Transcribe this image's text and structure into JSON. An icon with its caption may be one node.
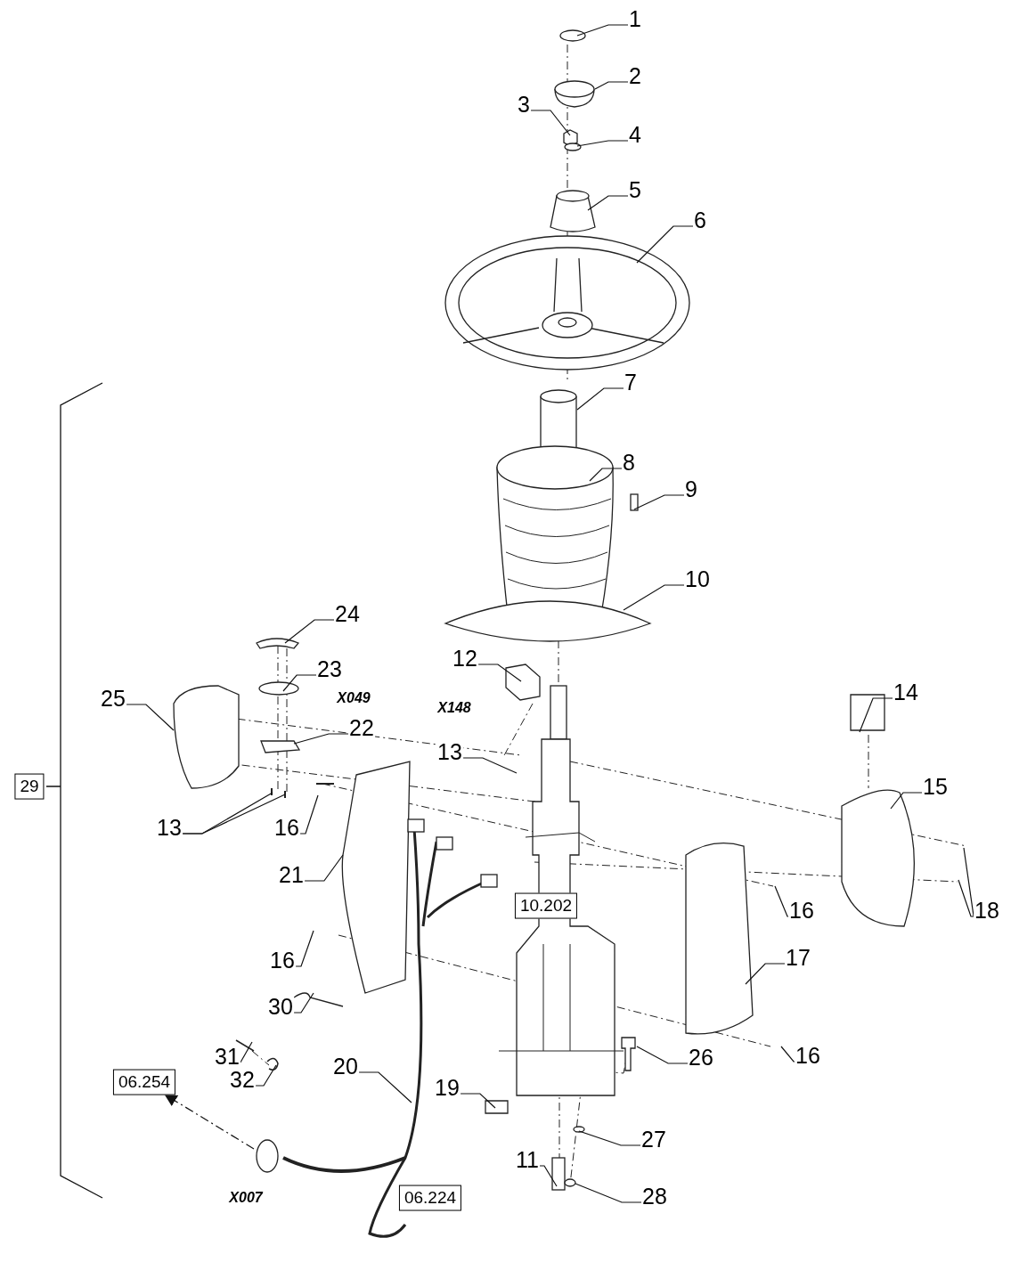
{
  "diagram": {
    "nodes": [
      {
        "text": [
          "1"
        ]
      },
      {
        "text": [
          "2"
        ]
      },
      {
        "text": [
          "3"
        ]
      },
      {
        "text": [
          "4"
        ]
      },
      {
        "text": [
          "5"
        ]
      },
      {
        "text": [
          "6"
        ]
      },
      {
        "text": [
          "7"
        ]
      },
      {
        "text": [
          "8"
        ]
      },
      {
        "text": [
          "9"
        ]
      },
      {
        "text": [
          "10"
        ]
      },
      {
        "text": [
          "12"
        ]
      },
      {
        "text": [
          "13"
        ]
      },
      {
        "text": [
          "14"
        ]
      },
      {
        "text": [
          "15"
        ]
      },
      {
        "text": [
          "25"
        ]
      },
      {
        "text": [
          "24"
        ]
      },
      {
        "text": [
          "23"
        ]
      },
      {
        "text": [
          "22"
        ]
      },
      {
        "text": [
          "13"
        ]
      },
      {
        "text": [
          "16"
        ]
      },
      {
        "text": [
          "21"
        ]
      },
      {
        "text": [
          "16"
        ]
      },
      {
        "text": [
          "18"
        ]
      },
      {
        "text": [
          "16"
        ]
      },
      {
        "text": [
          "17"
        ]
      },
      {
        "text": [
          "30"
        ]
      },
      {
        "text": [
          "26"
        ]
      },
      {
        "text": [
          "16"
        ]
      },
      {
        "text": [
          "31"
        ]
      },
      {
        "text": [
          "32"
        ]
      },
      {
        "text": [
          "20"
        ]
      },
      {
        "text": [
          "19"
        ]
      },
      {
        "text": [
          "11"
        ]
      },
      {
        "text": [
          "27"
        ]
      },
      {
        "text": [
          "28"
        ]
      },
      {
        "text": [
          "29"
        ]
      },
      {
        "text": [
          "10.202"
        ]
      },
      {
        "text": [
          "06.254"
        ]
      },
      {
        "text": [
          "06.224"
        ]
      }
    ],
    "edges": [
      {
        "from": 0,
        "to": null,
        "arrow": "none"
      },
      {
        "from": 1,
        "to": null,
        "arrow": "none"
      },
      {
        "from": 2,
        "to": null,
        "arrow": "none"
      },
      {
        "from": 3,
        "to": null,
        "arrow": "none"
      },
      {
        "from": 4,
        "to": null,
        "arrow": "none"
      },
      {
        "from": 5,
        "to": null,
        "arrow": "none"
      },
      {
        "from": 6,
        "to": null,
        "arrow": "none"
      },
      {
        "from": 7,
        "to": null,
        "arrow": "none"
      },
      {
        "from": 8,
        "to": null,
        "arrow": "none"
      },
      {
        "from": 9,
        "to": null,
        "arrow": "none"
      },
      {
        "from": 10,
        "to": null,
        "arrow": "none"
      },
      {
        "from": 11,
        "to": null,
        "arrow": "none"
      },
      {
        "from": 12,
        "to": null,
        "arrow": "none"
      },
      {
        "from": 13,
        "to": null,
        "arrow": "none"
      },
      {
        "from": 14,
        "to": null,
        "arrow": "none"
      },
      {
        "from": 15,
        "to": null,
        "arrow": "none"
      },
      {
        "from": 16,
        "to": null,
        "arrow": "none"
      },
      {
        "from": 17,
        "to": null,
        "arrow": "none"
      },
      {
        "from": 18,
        "to": null,
        "arrow": "none"
      },
      {
        "from": 18,
        "to": null,
        "arrow": "none"
      },
      {
        "from": 19,
        "to": null,
        "arrow": "none"
      },
      {
        "from": 20,
        "to": null,
        "arrow": "none"
      },
      {
        "from": 21,
        "to": null,
        "arrow": "none"
      },
      {
        "from": 22,
        "to": null,
        "arrow": "none"
      },
      {
        "from": 22,
        "to": null,
        "arrow": "none"
      },
      {
        "from": 23,
        "to": null,
        "arrow": "none"
      },
      {
        "from": 24,
        "to": null,
        "arrow": "none"
      },
      {
        "from": 25,
        "to": null,
        "arrow": "none"
      },
      {
        "from": 26,
        "to": null,
        "arrow": "none"
      },
      {
        "from": 27,
        "to": null,
        "arrow": "none"
      },
      {
        "from": 28,
        "to": null,
        "arrow": "none"
      },
      {
        "from": 29,
        "to": null,
        "arrow": "none"
      },
      {
        "from": 30,
        "to": null,
        "arrow": "none"
      },
      {
        "from": 31,
        "to": null,
        "arrow": "none"
      },
      {
        "from": 32,
        "to": null,
        "arrow": "none"
      },
      {
        "from": 33,
        "to": null,
        "arrow": "none"
      },
      {
        "from": 34,
        "to": null,
        "arrow": "none"
      },
      {
        "from": null,
        "to": 37,
        "arrow": "to",
        "style": "dashed"
      }
    ],
    "labels": [
      "X049",
      "X148",
      "X007"
    ]
  }
}
